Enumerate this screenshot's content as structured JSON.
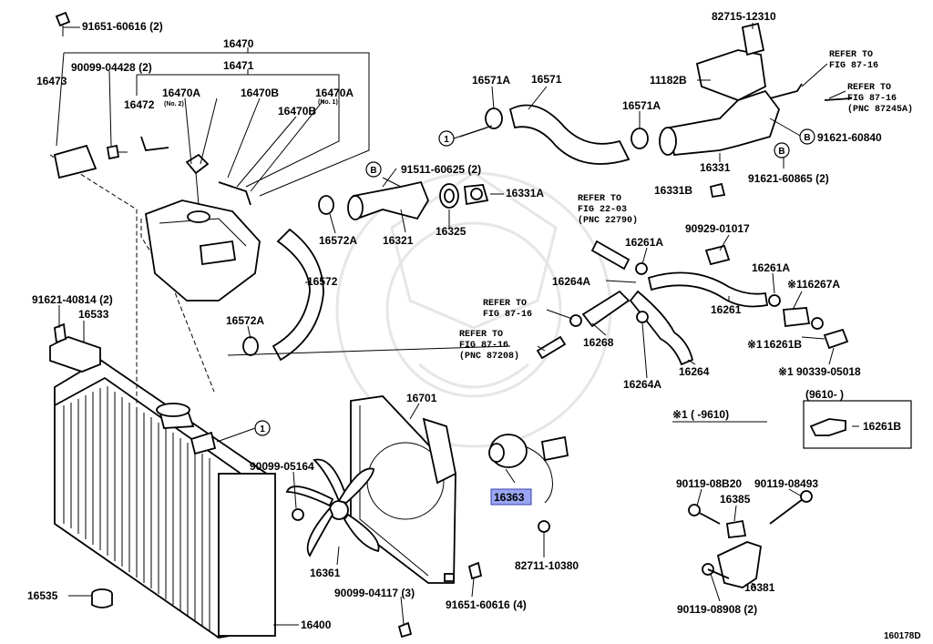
{
  "diagram_id": "160178D",
  "highlighted_part": "16363",
  "refs": {
    "r_87_16_a": "REFER TO",
    "r_87_16_b": "FIG 87-16",
    "r_87_16_pnc_a": "REFER TO",
    "r_87_16_pnc_b": "FIG 87-16",
    "r_87_16_pnc_c": "(PNC 87245A)",
    "r_22_03_a": "REFER TO",
    "r_22_03_b": "FIG 22-03",
    "r_22_03_c": "(PNC 22790)",
    "r_87_16_mid_a": "REFER TO",
    "r_87_16_mid_b": "FIG 87-16",
    "r_87_16_low_a": "REFER TO",
    "r_87_16_low_b": "FIG 87-16",
    "r_87_16_low_c": "(PNC 87208)"
  },
  "notes": {
    "note1": "※1 (    -9610)",
    "inset_range": "(9610-      )",
    "mark_16267A": "※1",
    "mark_16261B": "※1",
    "mark_90339": "※1",
    "no2": "(No. 2)",
    "no1": "(No. 1)"
  },
  "callouts": {
    "circle_1": "1",
    "circle_b": "B"
  },
  "parts": {
    "p91651_60616_2": "91651-60616 (2)",
    "p16470": "16470",
    "p16471": "16471",
    "p16473": "16473",
    "p90099_04428_2": "90099-04428 (2)",
    "p16472": "16472",
    "p16470A_no2": "16470A",
    "p16470B_a": "16470B",
    "p16470A_no1": "16470A",
    "p16470B_b": "16470B",
    "p91511_60625_2": "91511-60625 (2)",
    "p16321": "16321",
    "p16325": "16325",
    "p16331A": "16331A",
    "p16572A_a": "16572A",
    "p16572": "16572",
    "p16572A_b": "16572A",
    "p91621_40814_2": "91621-40814 (2)",
    "p16533": "16533",
    "p16571A_a": "16571A",
    "p16571": "16571",
    "p16571A_b": "16571A",
    "p82715_12310": "82715-12310",
    "p11182B": "11182B",
    "p16331": "16331",
    "p16331B": "16331B",
    "p91621_60840": "91621-60840",
    "p91621_60865_2": "91621-60865 (2)",
    "p90929_01017": "90929-01017",
    "p16261A_a": "16261A",
    "p16261A_b": "16261A",
    "p16264A_a": "16264A",
    "p16261": "16261",
    "p16267A": "16267A",
    "p16261B": "16261B",
    "p16268": "16268",
    "p16264": "16264",
    "p16264A_b": "16264A",
    "p90339_05018": "90339-05018",
    "p16261B_inset": "16261B",
    "p16701": "16701",
    "p16363": "16363",
    "p90099_05164": "90099-05164",
    "p16361": "16361",
    "p82711_10380": "82711-10380",
    "p90099_04117_3": "90099-04117 (3)",
    "p91651_60616_4": "91651-60616 (4)",
    "p16535": "16535",
    "p16400": "16400",
    "p90119_08B20": "90119-08B20",
    "p16385": "16385",
    "p90119_08493": "90119-08493",
    "p16381": "16381",
    "p90119_08908_2": "90119-08908 (2)"
  }
}
